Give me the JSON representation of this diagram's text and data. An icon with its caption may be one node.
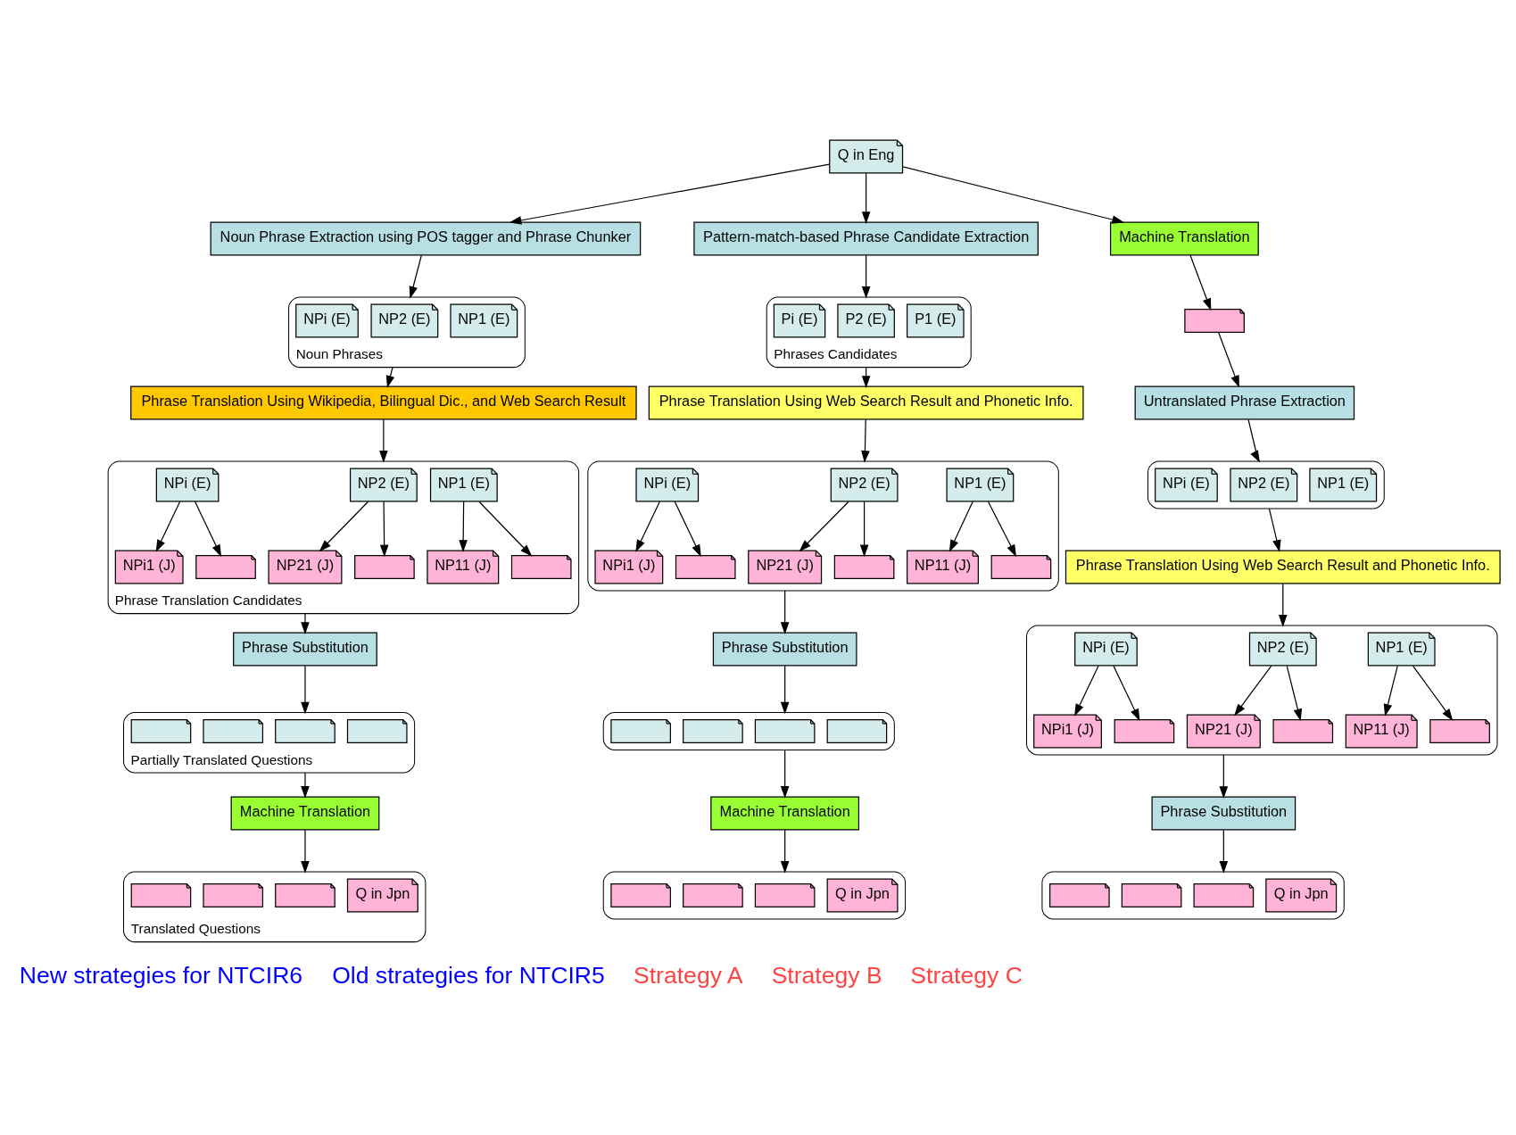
{
  "diagram": {
    "nodes": [
      {
        "text": [
          "Q in Eng"
        ]
      },
      {
        "text": [
          "Noun Phrase Extraction using POS tagger and Phrase Chunker"
        ]
      },
      {
        "text": [
          "Pattern-match-based Phrase Candidate Extraction"
        ]
      },
      {
        "text": [
          "Machine Translation"
        ]
      },
      {
        "text": [
          "Noun Phrases"
        ]
      },
      {
        "text": [
          "NPi (E)"
        ],
        "in": 4
      },
      {
        "text": [
          "NP2 (E)"
        ],
        "in": 4
      },
      {
        "text": [
          "NP1 (E)"
        ],
        "in": 4
      },
      {
        "text": [
          "Phrase Translation Using Wikipedia, Bilingual Dic., and Web Search Result"
        ]
      },
      {
        "text": [
          "Phrase Translation Candidates"
        ]
      },
      {
        "text": [
          "NPi (E)"
        ],
        "in": 9
      },
      {
        "text": [
          "NP2 (E)"
        ],
        "in": 9
      },
      {
        "text": [
          "NP1 (E)"
        ],
        "in": 9
      },
      {
        "text": [],
        "shape": "document",
        "in": 9
      },
      {
        "text": [
          "NPi1 (J)"
        ],
        "in": 9
      },
      {
        "text": [],
        "shape": "document",
        "in": 9
      },
      {
        "text": [
          "NP21 (J)"
        ],
        "in": 9
      },
      {
        "text": [],
        "shape": "document",
        "in": 9
      },
      {
        "text": [
          "NP11 (J)"
        ],
        "in": 9
      },
      {
        "text": [
          "Phrase Substitution"
        ]
      },
      {
        "text": [
          "Partially Translated Questions"
        ]
      },
      {
        "text": [],
        "shape": "document",
        "in": 20
      },
      {
        "text": [],
        "shape": "document",
        "in": 20
      },
      {
        "text": [],
        "shape": "document",
        "in": 20
      },
      {
        "text": [],
        "shape": "document",
        "in": 20
      },
      {
        "text": [
          "Machine Translation"
        ]
      },
      {
        "text": [
          "Translated Questions"
        ]
      },
      {
        "text": [],
        "shape": "document",
        "in": 26
      },
      {
        "text": [],
        "shape": "document",
        "in": 26
      },
      {
        "text": [],
        "shape": "document",
        "in": 26
      },
      {
        "text": [
          "Q in Jpn"
        ],
        "in": 26
      },
      {
        "text": [
          "Phrases Candidates"
        ]
      },
      {
        "text": [
          "Pi (E)"
        ],
        "in": 31
      },
      {
        "text": [
          "P2 (E)"
        ],
        "in": 31
      },
      {
        "text": [
          "P1 (E)"
        ],
        "in": 31
      },
      {
        "text": [
          "Phrase Translation Using Web Search Result and Phonetic Info."
        ]
      },
      {
        "text": [],
        "shape": "box"
      },
      {
        "text": [
          "NPi (E)"
        ],
        "in": 36
      },
      {
        "text": [
          "NP2 (E)"
        ],
        "in": 36
      },
      {
        "text": [
          "NP1 (E)"
        ],
        "in": 36
      },
      {
        "text": [],
        "shape": "document",
        "in": 36
      },
      {
        "text": [
          "NPi1 (J)"
        ],
        "in": 36
      },
      {
        "text": [],
        "shape": "document",
        "in": 36
      },
      {
        "text": [
          "NP21 (J)"
        ],
        "in": 36
      },
      {
        "text": [],
        "shape": "document",
        "in": 36
      },
      {
        "text": [
          "NP11 (J)"
        ],
        "in": 36
      },
      {
        "text": [
          "Phrase Substitution"
        ]
      },
      {
        "text": [],
        "shape": "box"
      },
      {
        "text": [],
        "shape": "document",
        "in": 47
      },
      {
        "text": [],
        "shape": "document",
        "in": 47
      },
      {
        "text": [],
        "shape": "document",
        "in": 47
      },
      {
        "text": [],
        "shape": "document",
        "in": 47
      },
      {
        "text": [
          "Machine Translation"
        ]
      },
      {
        "text": [],
        "shape": "box"
      },
      {
        "text": [],
        "shape": "document",
        "in": 53
      },
      {
        "text": [],
        "shape": "document",
        "in": 53
      },
      {
        "text": [],
        "shape": "document",
        "in": 53
      },
      {
        "text": [
          "Q in Jpn"
        ],
        "in": 53
      },
      {
        "text": [],
        "shape": "document"
      },
      {
        "text": [
          "Untranslated Phrase Extraction"
        ]
      },
      {
        "text": [],
        "shape": "box"
      },
      {
        "text": [
          "NPi (E)"
        ],
        "in": 60
      },
      {
        "text": [
          "NP2 (E)"
        ],
        "in": 60
      },
      {
        "text": [
          "NP1 (E)"
        ],
        "in": 60
      },
      {
        "text": [
          "Phrase Translation Using Web Search Result and Phonetic Info."
        ]
      },
      {
        "text": [],
        "shape": "box"
      },
      {
        "text": [
          "NPi (E)"
        ],
        "in": 65
      },
      {
        "text": [
          "NP2 (E)"
        ],
        "in": 65
      },
      {
        "text": [
          "NP1 (E)"
        ],
        "in": 65
      },
      {
        "text": [],
        "shape": "document",
        "in": 65
      },
      {
        "text": [
          "NPi1 (J)"
        ],
        "in": 65
      },
      {
        "text": [],
        "shape": "document",
        "in": 65
      },
      {
        "text": [
          "NP21 (J)"
        ],
        "in": 65
      },
      {
        "text": [],
        "shape": "document",
        "in": 65
      },
      {
        "text": [
          "NP11 (J)"
        ],
        "in": 65
      },
      {
        "text": [
          "Phrase Substitution"
        ]
      },
      {
        "text": [],
        "shape": "box"
      },
      {
        "text": [],
        "shape": "document",
        "in": 76
      },
      {
        "text": [],
        "shape": "document",
        "in": 76
      },
      {
        "text": [],
        "shape": "document",
        "in": 76
      },
      {
        "text": [
          "Q in Jpn"
        ],
        "in": 76
      }
    ],
    "edges": [
      {
        "from": 0,
        "to": 1,
        "arrow": "to"
      },
      {
        "from": 0,
        "to": 2,
        "arrow": "to"
      },
      {
        "from": 0,
        "to": 3,
        "arrow": "to"
      },
      {
        "from": 1,
        "to": 4,
        "arrow": "to"
      },
      {
        "from": 4,
        "to": 8,
        "arrow": "to"
      },
      {
        "from": 8,
        "to": 9,
        "arrow": "to"
      },
      {
        "from": 10,
        "to": 13,
        "arrow": "to"
      },
      {
        "from": 10,
        "to": 14,
        "arrow": "to"
      },
      {
        "from": 11,
        "to": 15,
        "arrow": "to"
      },
      {
        "from": 11,
        "to": 16,
        "arrow": "to"
      },
      {
        "from": 12,
        "to": 17,
        "arrow": "to"
      },
      {
        "from": 12,
        "to": 18,
        "arrow": "to"
      },
      {
        "from": 9,
        "to": 19,
        "arrow": "to"
      },
      {
        "from": 19,
        "to": 20,
        "arrow": "to"
      },
      {
        "from": 20,
        "to": 25,
        "arrow": "to"
      },
      {
        "from": 25,
        "to": 26,
        "arrow": "to"
      },
      {
        "from": 2,
        "to": 31,
        "arrow": "to"
      },
      {
        "from": 31,
        "to": 35,
        "arrow": "to"
      },
      {
        "from": 35,
        "to": 36,
        "arrow": "to"
      },
      {
        "from": 37,
        "to": 40,
        "arrow": "to"
      },
      {
        "from": 37,
        "to": 41,
        "arrow": "to"
      },
      {
        "from": 38,
        "to": 42,
        "arrow": "to"
      },
      {
        "from": 38,
        "to": 43,
        "arrow": "to"
      },
      {
        "from": 39,
        "to": 44,
        "arrow": "to"
      },
      {
        "from": 39,
        "to": 45,
        "arrow": "to"
      },
      {
        "from": 36,
        "to": 46,
        "arrow": "to"
      },
      {
        "from": 46,
        "to": 47,
        "arrow": "to"
      },
      {
        "from": 47,
        "to": 52,
        "arrow": "to"
      },
      {
        "from": 52,
        "to": 53,
        "arrow": "to"
      },
      {
        "from": 3,
        "to": 58,
        "arrow": "to"
      },
      {
        "from": 58,
        "to": 59,
        "arrow": "to"
      },
      {
        "from": 59,
        "to": 60,
        "arrow": "to"
      },
      {
        "from": 60,
        "to": 64,
        "arrow": "to"
      },
      {
        "from": 64,
        "to": 65,
        "arrow": "to"
      },
      {
        "from": 66,
        "to": 69,
        "arrow": "to"
      },
      {
        "from": 66,
        "to": 70,
        "arrow": "to"
      },
      {
        "from": 67,
        "to": 71,
        "arrow": "to"
      },
      {
        "from": 67,
        "to": 72,
        "arrow": "to"
      },
      {
        "from": 68,
        "to": 73,
        "arrow": "to"
      },
      {
        "from": 68,
        "to": 74,
        "arrow": "to"
      },
      {
        "from": 65,
        "to": 75,
        "arrow": "to"
      },
      {
        "from": 75,
        "to": 76,
        "arrow": "to"
      }
    ],
    "labels": [
      "New strategies for NTCIR6",
      "Old strategies for NTCIR5",
      "Strategy A",
      "Strategy B",
      "Strategy C"
    ]
  }
}
